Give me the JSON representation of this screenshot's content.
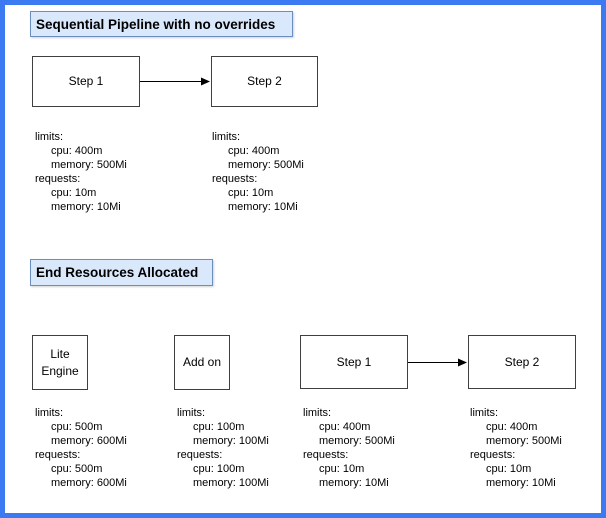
{
  "colors": {
    "frame": "#3b7af0",
    "title_fill": "#dae8fc",
    "title_border": "#6c8ebf",
    "node_border": "#3f3f3f",
    "text": "#000000"
  },
  "sections": [
    {
      "title": "Sequential Pipeline with no overrides",
      "nodes": [
        {
          "label": "Step 1"
        },
        {
          "label": "Step 2"
        }
      ],
      "resources": [
        {
          "lines": [
            "limits:",
            "cpu: 400m",
            "memory: 500Mi",
            "requests:",
            "cpu: 10m",
            "memory: 10Mi"
          ]
        },
        {
          "lines": [
            "limits:",
            "cpu: 400m",
            "memory: 500Mi",
            "requests:",
            "cpu: 10m",
            "memory: 10Mi"
          ]
        }
      ]
    },
    {
      "title": "End Resources Allocated",
      "nodes": [
        {
          "label": "Lite Engine"
        },
        {
          "label": "Add on"
        },
        {
          "label": "Step 1"
        },
        {
          "label": "Step 2"
        }
      ],
      "resources": [
        {
          "lines": [
            "limits:",
            "cpu: 500m",
            "memory: 600Mi",
            "requests:",
            "cpu: 500m",
            "memory: 600Mi"
          ]
        },
        {
          "lines": [
            "limits:",
            "cpu: 100m",
            "memory: 100Mi",
            "requests:",
            "cpu: 100m",
            "memory: 100Mi"
          ]
        },
        {
          "lines": [
            "limits:",
            "cpu: 400m",
            "memory: 500Mi",
            "requests:",
            "cpu: 10m",
            "memory: 10Mi"
          ]
        },
        {
          "lines": [
            "limits:",
            "cpu: 400m",
            "memory: 500Mi",
            "requests:",
            "cpu: 10m",
            "memory: 10Mi"
          ]
        }
      ]
    }
  ]
}
